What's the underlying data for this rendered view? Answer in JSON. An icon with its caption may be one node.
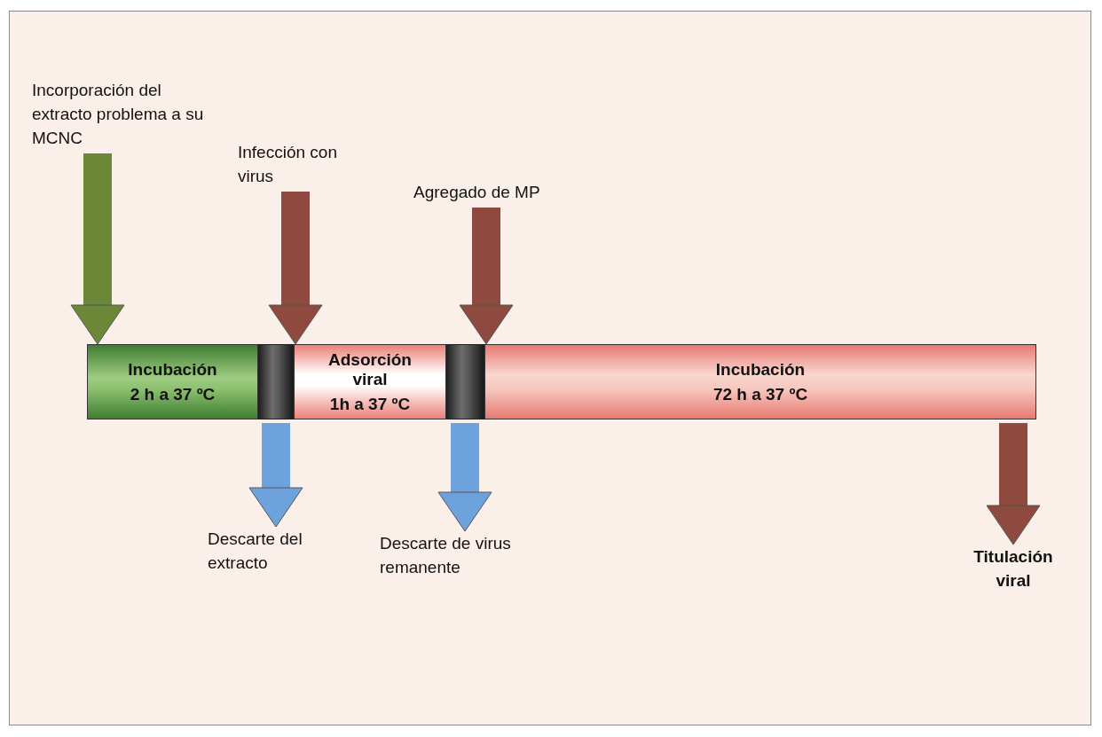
{
  "diagram": {
    "nodes": [
      {
        "text": [
          "Incorporación del extracto problema a su MCNC"
        ]
      },
      {
        "text": [
          "Infección con virus"
        ]
      },
      {
        "text": [
          "Agregado de MP"
        ]
      },
      {
        "text": [
          "Incubación",
          "2 h a 37 ºC"
        ]
      },
      {
        "text": [],
        "shape": "bar"
      },
      {
        "text": [
          "Adsorción viral",
          "1h a 37 ºC"
        ]
      },
      {
        "text": [],
        "shape": "bar"
      },
      {
        "text": [
          "Incubación",
          "72 h a 37 ºC"
        ]
      },
      {
        "text": [
          "Descarte del extracto"
        ]
      },
      {
        "text": [
          "Descarte de virus remanente"
        ]
      },
      {
        "text": [
          "Titulación viral"
        ]
      }
    ],
    "edges": [
      {
        "from": 0,
        "to": 3,
        "arrow": "to",
        "color": "#6b8838"
      },
      {
        "from": 1,
        "to": 5,
        "arrow": "to",
        "color": "#8e4a3f"
      },
      {
        "from": 2,
        "to": 7,
        "arrow": "to",
        "color": "#8e4a3f"
      },
      {
        "from": 4,
        "to": 8,
        "arrow": "to",
        "color": "#6ea2dc"
      },
      {
        "from": 6,
        "to": 9,
        "arrow": "to",
        "color": "#6ea2dc"
      },
      {
        "from": 7,
        "to": 10,
        "arrow": "to",
        "color": "#8e4a3f"
      }
    ]
  }
}
